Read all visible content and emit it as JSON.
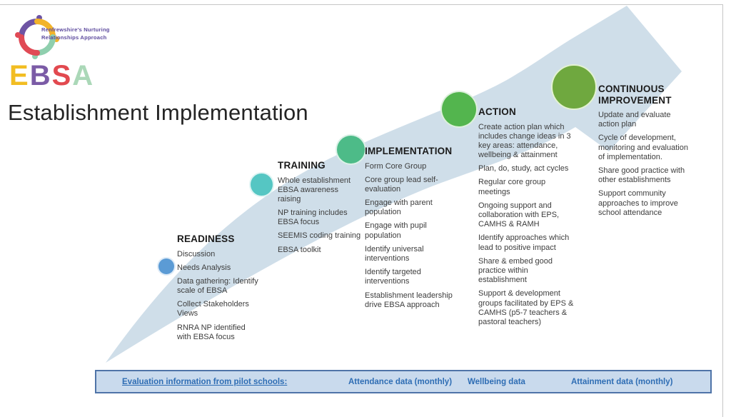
{
  "logo": {
    "line1": "Renfrewshire's Nurturing",
    "line2": "Relationships Approach",
    "figure_colors": {
      "purple": "#6e54a4",
      "yellow": "#f2b32a",
      "red": "#e04a55",
      "green": "#8fcfae"
    }
  },
  "header": {
    "acronym": [
      {
        "char": "E",
        "color": "#f2bd22"
      },
      {
        "char": "B",
        "color": "#7b5ba6"
      },
      {
        "char": "S",
        "color": "#e2494f"
      },
      {
        "char": "A",
        "color": "#abd8b8"
      }
    ],
    "title": "Establishment Implementation"
  },
  "stages": [
    {
      "name": "READINESS",
      "circle_color": "#5b9bd5",
      "items": [
        "Discussion",
        "Needs Analysis",
        "Data gathering: Identify scale of EBSA",
        "Collect Stakeholders Views",
        "RNRA NP identified with EBSA focus"
      ]
    },
    {
      "name": "TRAINING",
      "circle_color": "#55c6c3",
      "items": [
        "Whole establishment EBSA awareness raising",
        "NP training includes EBSA focus",
        "SEEMIS coding training",
        "EBSA toolkit"
      ]
    },
    {
      "name": "IMPLEMENTATION",
      "circle_color": "#4dbb88",
      "items": [
        "Form Core Group",
        "Core group lead self-evaluation",
        "Engage with parent population",
        "Engage with pupil population",
        "Identify universal interventions",
        "Identify targeted interventions",
        "Establishment leadership drive EBSA approach"
      ]
    },
    {
      "name": "ACTION",
      "circle_color": "#53b54e",
      "items": [
        "Create action plan which includes change ideas in 3 key areas: attendance, wellbeing & attainment",
        "Plan, do, study, act cycles",
        "Regular core group meetings",
        "Ongoing support and collaboration with EPS, CAMHS & RAMH",
        "Identify approaches which lead to positive impact",
        "Share & embed good practice within establishment",
        "Support & development groups facilitated by EPS & CAMHS (p5-7 teachers & pastoral teachers)"
      ]
    },
    {
      "name": "CONTINUOUS IMPROVEMENT",
      "circle_color": "#6fa83f",
      "items": [
        "Update and evaluate action plan",
        "Cycle of development, monitoring and evaluation of implementation.",
        "Share good practice with other establishments",
        "Support community approaches to improve school attendance"
      ]
    }
  ],
  "footer": {
    "label": "Evaluation information from pilot schools:",
    "items": [
      "Attendance data (monthly)",
      "Wellbeing data",
      "Attainment data (monthly)"
    ]
  },
  "colors": {
    "arrow": "#cfdee9",
    "bar_fill": "#c9daed",
    "bar_border": "#4f74a8",
    "bar_text": "#2e6db4"
  }
}
